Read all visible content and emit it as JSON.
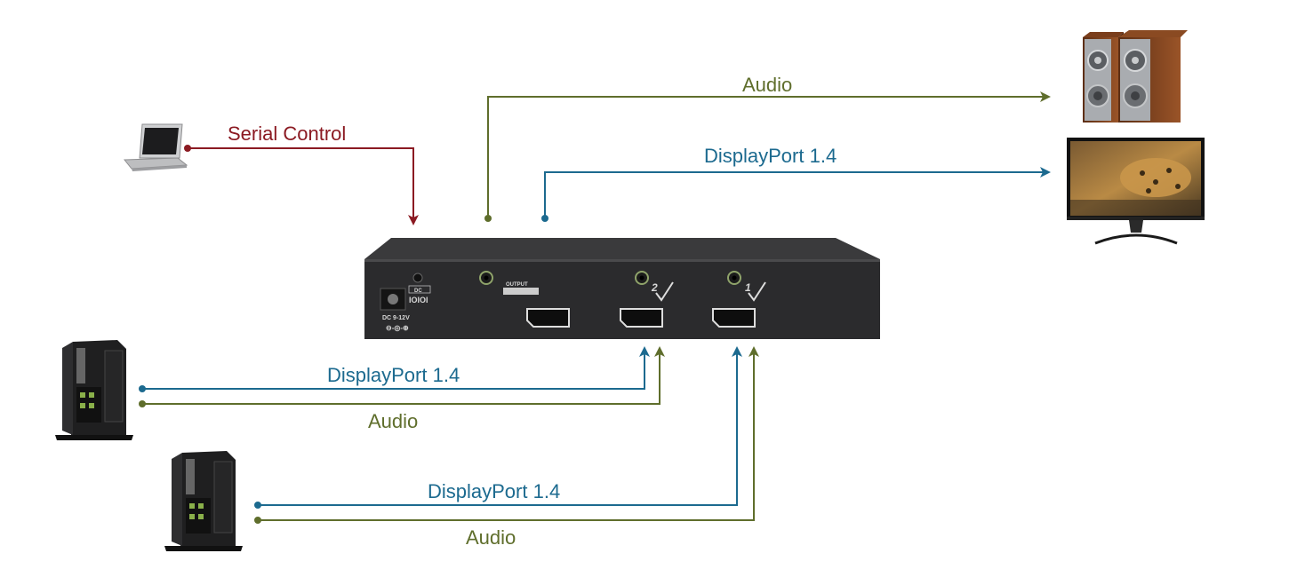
{
  "colors": {
    "audio": "#5f6e2c",
    "displayport": "#1c6a8f",
    "serial": "#8b1a22",
    "device_body": "#2b2b2d"
  },
  "labels": {
    "serial_control": "Serial Control",
    "output_audio": "Audio",
    "output_displayport": "DisplayPort 1.4",
    "pc1_displayport": "DisplayPort 1.4",
    "pc1_audio": "Audio",
    "pc2_displayport": "DisplayPort 1.4",
    "pc2_audio": "Audio"
  },
  "device_panel": {
    "dc_text": "DC 9-12V",
    "dc_polarity": "⊖-◎-⊕",
    "rs232_text": "DC",
    "rs232_pins": "IOIOI",
    "output_text": "OUTPUT",
    "input_2": "2",
    "input_1": "1"
  },
  "icons": {
    "laptop": "laptop-icon",
    "speakers": "speakers-icon",
    "monitor": "monitor-icon",
    "pc1": "tower-pc-icon",
    "pc2": "tower-pc-icon"
  }
}
